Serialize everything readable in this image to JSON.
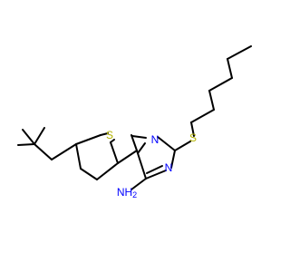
{
  "molecule": {
    "atoms": [
      {
        "symbol": "S",
        "color": "#b3b300"
      },
      {
        "symbol": "N",
        "color": "#0000ff"
      },
      {
        "symbol": "N",
        "color": "#0000ff"
      },
      {
        "symbol": "S",
        "color": "#b3b300"
      },
      {
        "symbol": "NH2",
        "text": "NH",
        "sub": "2",
        "color": "#0000ff"
      }
    ]
  }
}
